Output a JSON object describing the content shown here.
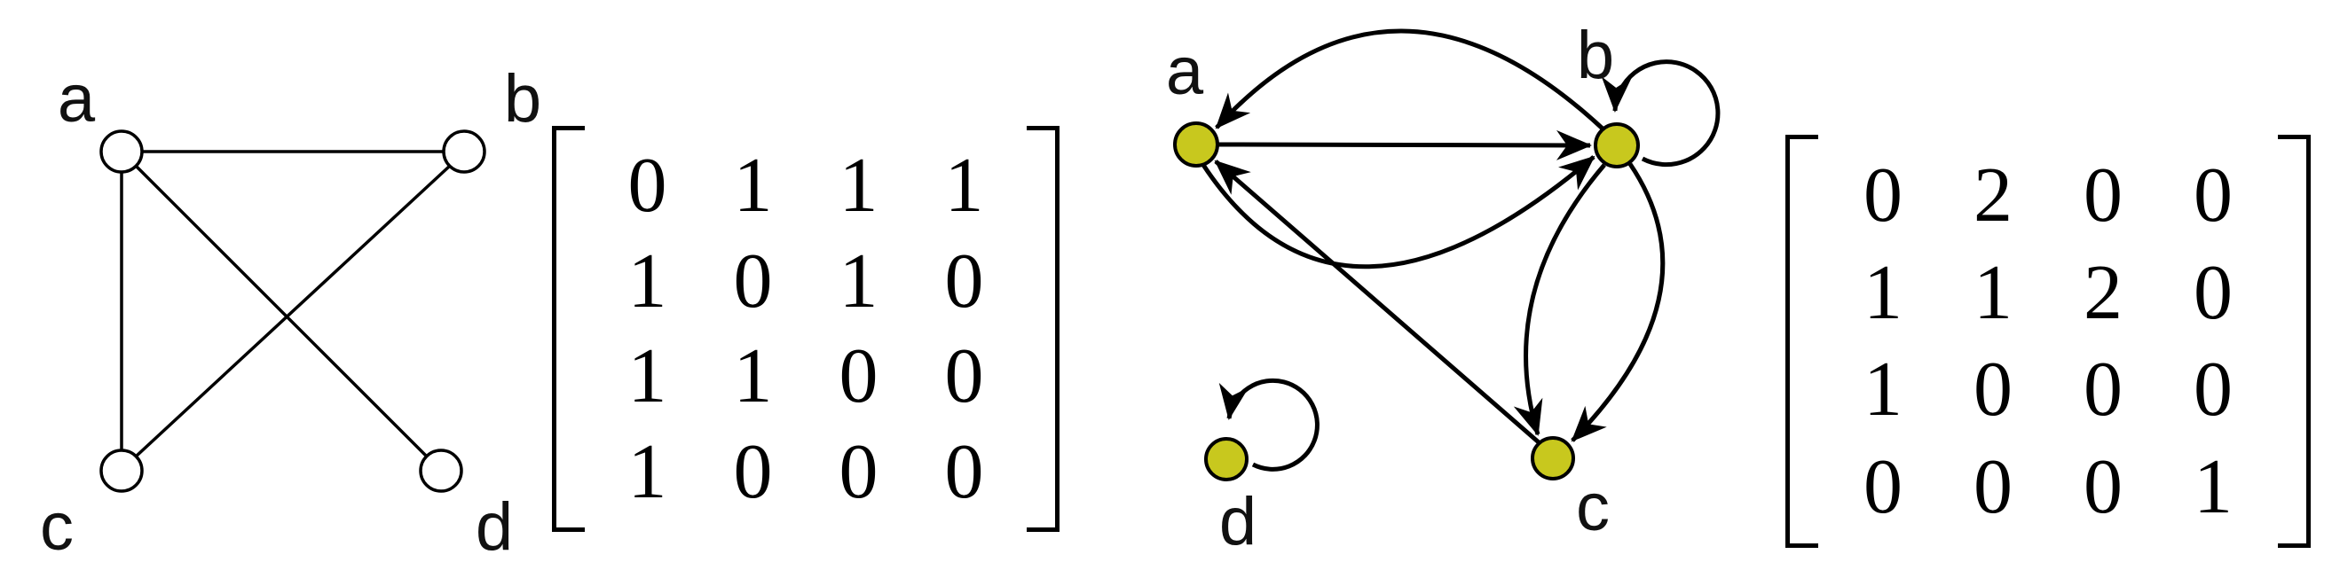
{
  "figure": {
    "description": "A graph and a directed multigraph, each with its adjacency matrix",
    "left_graph": {
      "type": "undirected",
      "vertices": [
        "a",
        "b",
        "c",
        "d"
      ],
      "edges": [
        [
          "a",
          "b"
        ],
        [
          "a",
          "c"
        ],
        [
          "a",
          "d"
        ],
        [
          "b",
          "c"
        ]
      ],
      "node_fill": "#ffffff",
      "node_stroke": "#000000"
    },
    "left_matrix": {
      "rows": [
        [
          "0",
          "1",
          "1",
          "1"
        ],
        [
          "1",
          "0",
          "1",
          "0"
        ],
        [
          "1",
          "1",
          "0",
          "0"
        ],
        [
          "1",
          "0",
          "0",
          "0"
        ]
      ]
    },
    "right_graph": {
      "type": "directed-multigraph",
      "vertices": [
        "a",
        "b",
        "c",
        "d"
      ],
      "edges": [
        [
          "a",
          "b"
        ],
        [
          "a",
          "b"
        ],
        [
          "b",
          "a"
        ],
        [
          "b",
          "b"
        ],
        [
          "b",
          "c"
        ],
        [
          "b",
          "c"
        ],
        [
          "c",
          "a"
        ],
        [
          "d",
          "d"
        ]
      ],
      "node_fill": "#c8c81e",
      "node_stroke": "#000000"
    },
    "right_matrix": {
      "rows": [
        [
          "0",
          "2",
          "0",
          "0"
        ],
        [
          "1",
          "1",
          "2",
          "0"
        ],
        [
          "1",
          "0",
          "0",
          "0"
        ],
        [
          "0",
          "0",
          "0",
          "1"
        ]
      ]
    }
  }
}
